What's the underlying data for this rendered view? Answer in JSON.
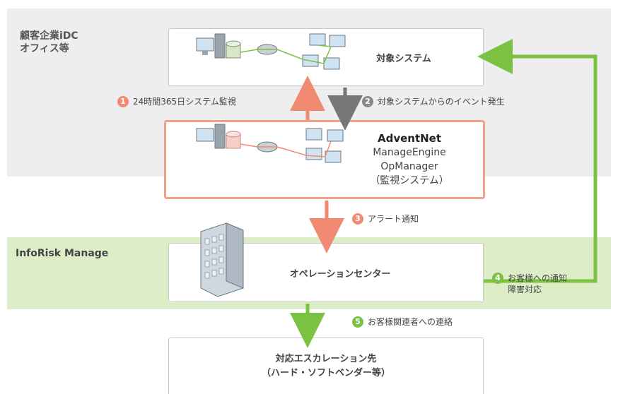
{
  "zones": {
    "customer_site": [
      "顧客企業iDC",
      "オフィス等"
    ],
    "operator": "InfoRisk Manage"
  },
  "boxes": {
    "target_system": "対象システム",
    "monitor": {
      "brand": "AdventNet",
      "product_line1": "ManageEngine",
      "product_line2": "OpManager",
      "subtitle": "（監視システム）"
    },
    "operation_center": "オペレーションセンター",
    "escalation": {
      "line1": "対応エスカレーション先",
      "line2": "（ハード・ソフトベンダー等）"
    }
  },
  "steps": [
    {
      "number": "1",
      "lines": [
        "24時間365日システム監視"
      ],
      "color": "#f08a72"
    },
    {
      "number": "2",
      "lines": [
        "対象システムからのイベント発生"
      ],
      "color": "#888888"
    },
    {
      "number": "3",
      "lines": [
        "アラート通知"
      ],
      "color": "#f08a72"
    },
    {
      "number": "4",
      "lines": [
        "お客様への通知",
        "障害対応"
      ],
      "color": "#7cc242"
    },
    {
      "number": "5",
      "lines": [
        "お客様関連者への連絡"
      ],
      "color": "#7cc242"
    }
  ],
  "icons": [
    "server-icon",
    "database-icon",
    "router-icon",
    "computer-icon",
    "building-icon"
  ],
  "colors": {
    "alert_arrow": "#f08a72",
    "event_arrow": "#777777",
    "green_arrow": "#7cc242",
    "gray_zone": "#eeeeee",
    "green_zone": "#dcedc8"
  }
}
